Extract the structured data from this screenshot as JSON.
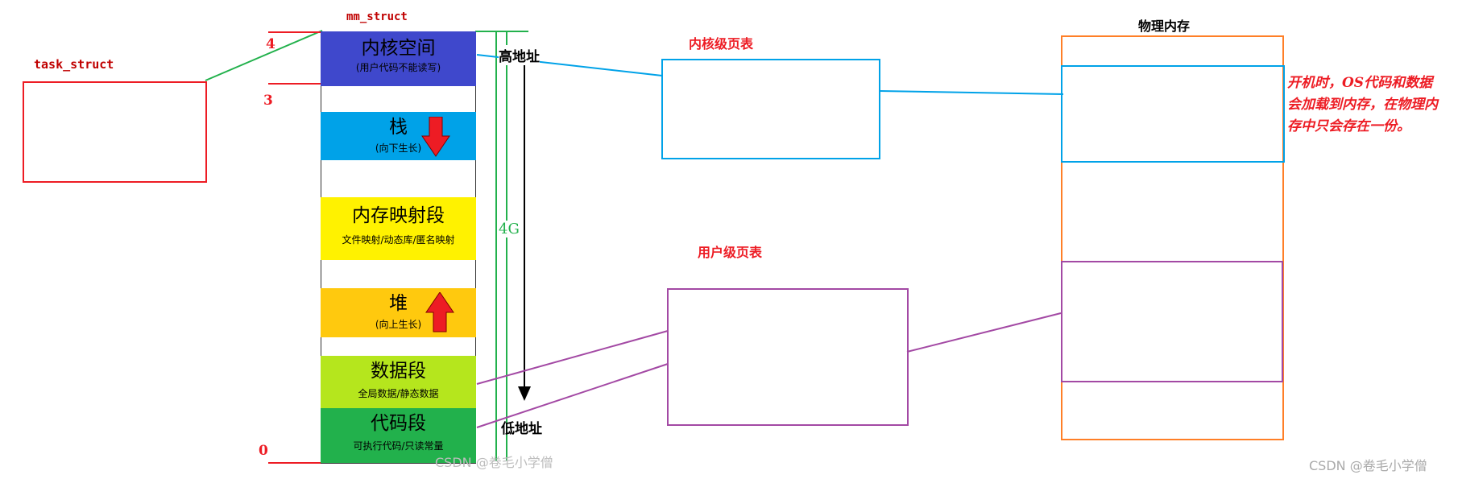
{
  "labels": {
    "mm_struct": "mm_struct",
    "task_struct": "task_struct",
    "phys_mem": "物理内存",
    "kernel_pt": "内核级页表",
    "user_pt": "用户级页表",
    "high_addr": "高地址",
    "low_addr": "低地址",
    "size_4g": "4G",
    "num_4": "4",
    "num_3": "3",
    "num_0": "0",
    "note": "开机时，OS代码和数据会加载到内存，在物理内存中只会存在一份。",
    "watermark_1": "CSDN @卷毛小学僧",
    "watermark_2": "CSDN @卷毛小学僧"
  },
  "segments": [
    {
      "title": "内核空间",
      "sub": "(用户代码不能读写)",
      "color": "#3f48cc"
    },
    {
      "title": "栈",
      "sub": "(向下生长)",
      "color": "#00a2e8"
    },
    {
      "title": "内存映射段",
      "sub": "文件映射/动态库/匿名映射",
      "color": "#fff200"
    },
    {
      "title": "堆",
      "sub": "(向上生长)",
      "color": "#ffc90e"
    },
    {
      "title": "数据段",
      "sub": "全局数据/静态数据",
      "color": "#b5e61d"
    },
    {
      "title": "代码段",
      "sub": "可执行代码/只读常量",
      "color": "#22b14c"
    }
  ],
  "colors": {
    "red": "#ed1c24",
    "green": "#22b14c",
    "blue": "#00a2e8",
    "purple": "#a349a4",
    "orange": "#ff7f27"
  }
}
